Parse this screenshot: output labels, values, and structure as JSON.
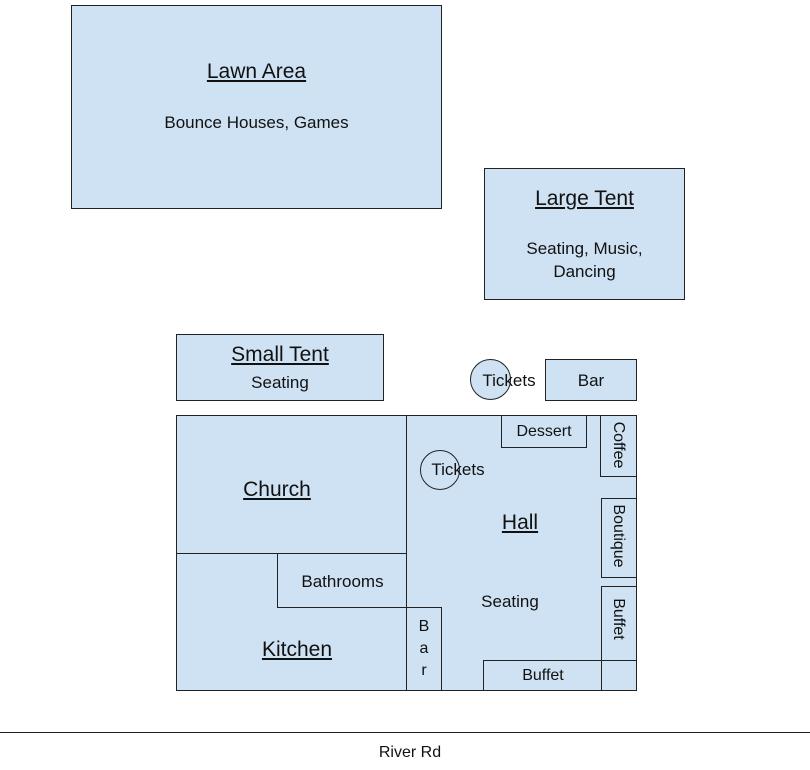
{
  "lawn": {
    "title": "Lawn Area",
    "subtitle": "Bounce Houses, Games"
  },
  "large_tent": {
    "title": "Large Tent",
    "subtitle_line1": "Seating, Music,",
    "subtitle_line2": "Dancing"
  },
  "small_tent": {
    "title": "Small Tent",
    "subtitle": "Seating"
  },
  "tickets_outside": "Tickets",
  "bar_outside": "Bar",
  "church": {
    "title": "Church"
  },
  "kitchen": {
    "title": "Kitchen"
  },
  "bathrooms": "Bathrooms",
  "hall": {
    "title": "Hall",
    "seating": "Seating",
    "tickets": "Tickets",
    "dessert": "Dessert",
    "coffee": "Coffee",
    "boutique": "Boutique",
    "buffet_side": "Buffet",
    "buffet_bottom": "Buffet",
    "bar_letters": [
      "B",
      "a",
      "r"
    ]
  },
  "road": {
    "name": "River Rd"
  },
  "colors": {
    "area_fill": "#cfe2f3",
    "outline": "#222222"
  }
}
